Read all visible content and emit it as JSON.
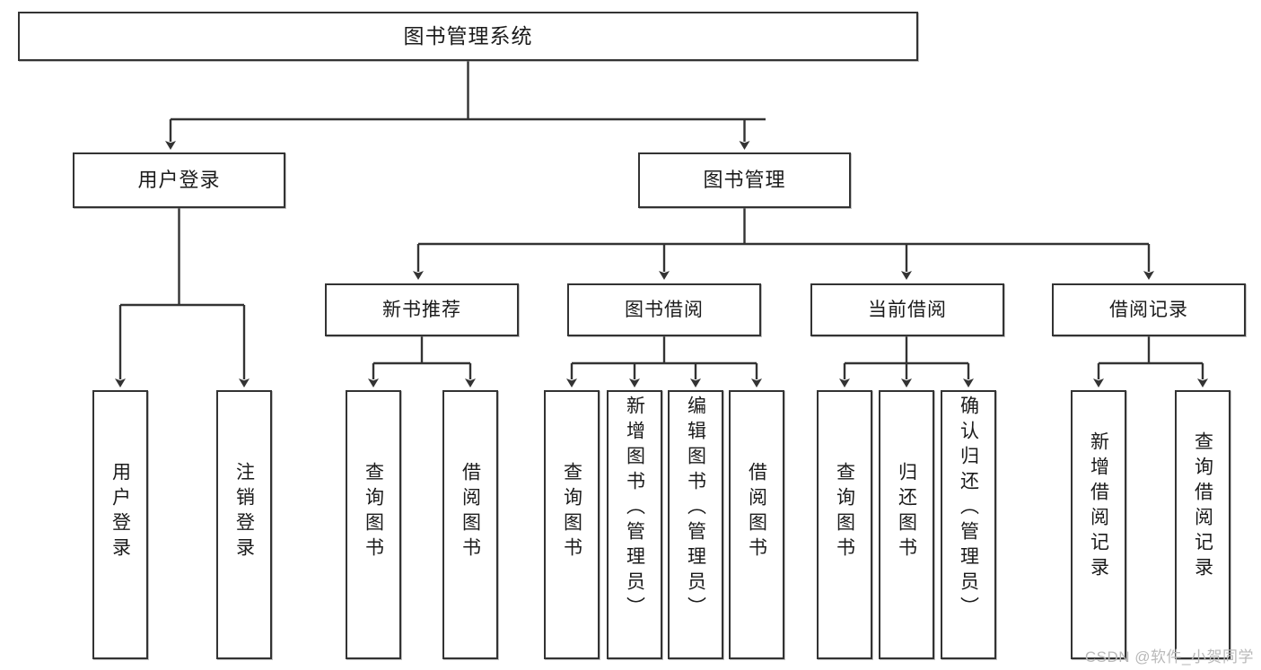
{
  "diagram": {
    "title": "图书管理系统",
    "watermark": "CSDN @软件_小贺同学",
    "root": {
      "label": "图书管理系统"
    },
    "level2": [
      {
        "label": "用户登录"
      },
      {
        "label": "图书管理"
      }
    ],
    "level3": [
      {
        "label": "新书推荐"
      },
      {
        "label": "图书借阅"
      },
      {
        "label": "当前借阅"
      },
      {
        "label": "借阅记录"
      }
    ],
    "leaves": [
      {
        "label": "用户登录"
      },
      {
        "label": "注销登录"
      },
      {
        "label": "查询图书"
      },
      {
        "label": "借阅图书"
      },
      {
        "label": "查询图书"
      },
      {
        "label": "新增图书（管理员）"
      },
      {
        "label": "编辑图书（管理员）"
      },
      {
        "label": "借阅图书"
      },
      {
        "label": "查询图书"
      },
      {
        "label": "归还图书"
      },
      {
        "label": "确认归还（管理员）"
      },
      {
        "label": "新增借阅记录"
      },
      {
        "label": "查询借阅记录"
      }
    ],
    "colors": {
      "border": "#333333",
      "background": "#ffffff",
      "text": "#1b1b1b",
      "watermark": "#b9b9b9"
    }
  }
}
